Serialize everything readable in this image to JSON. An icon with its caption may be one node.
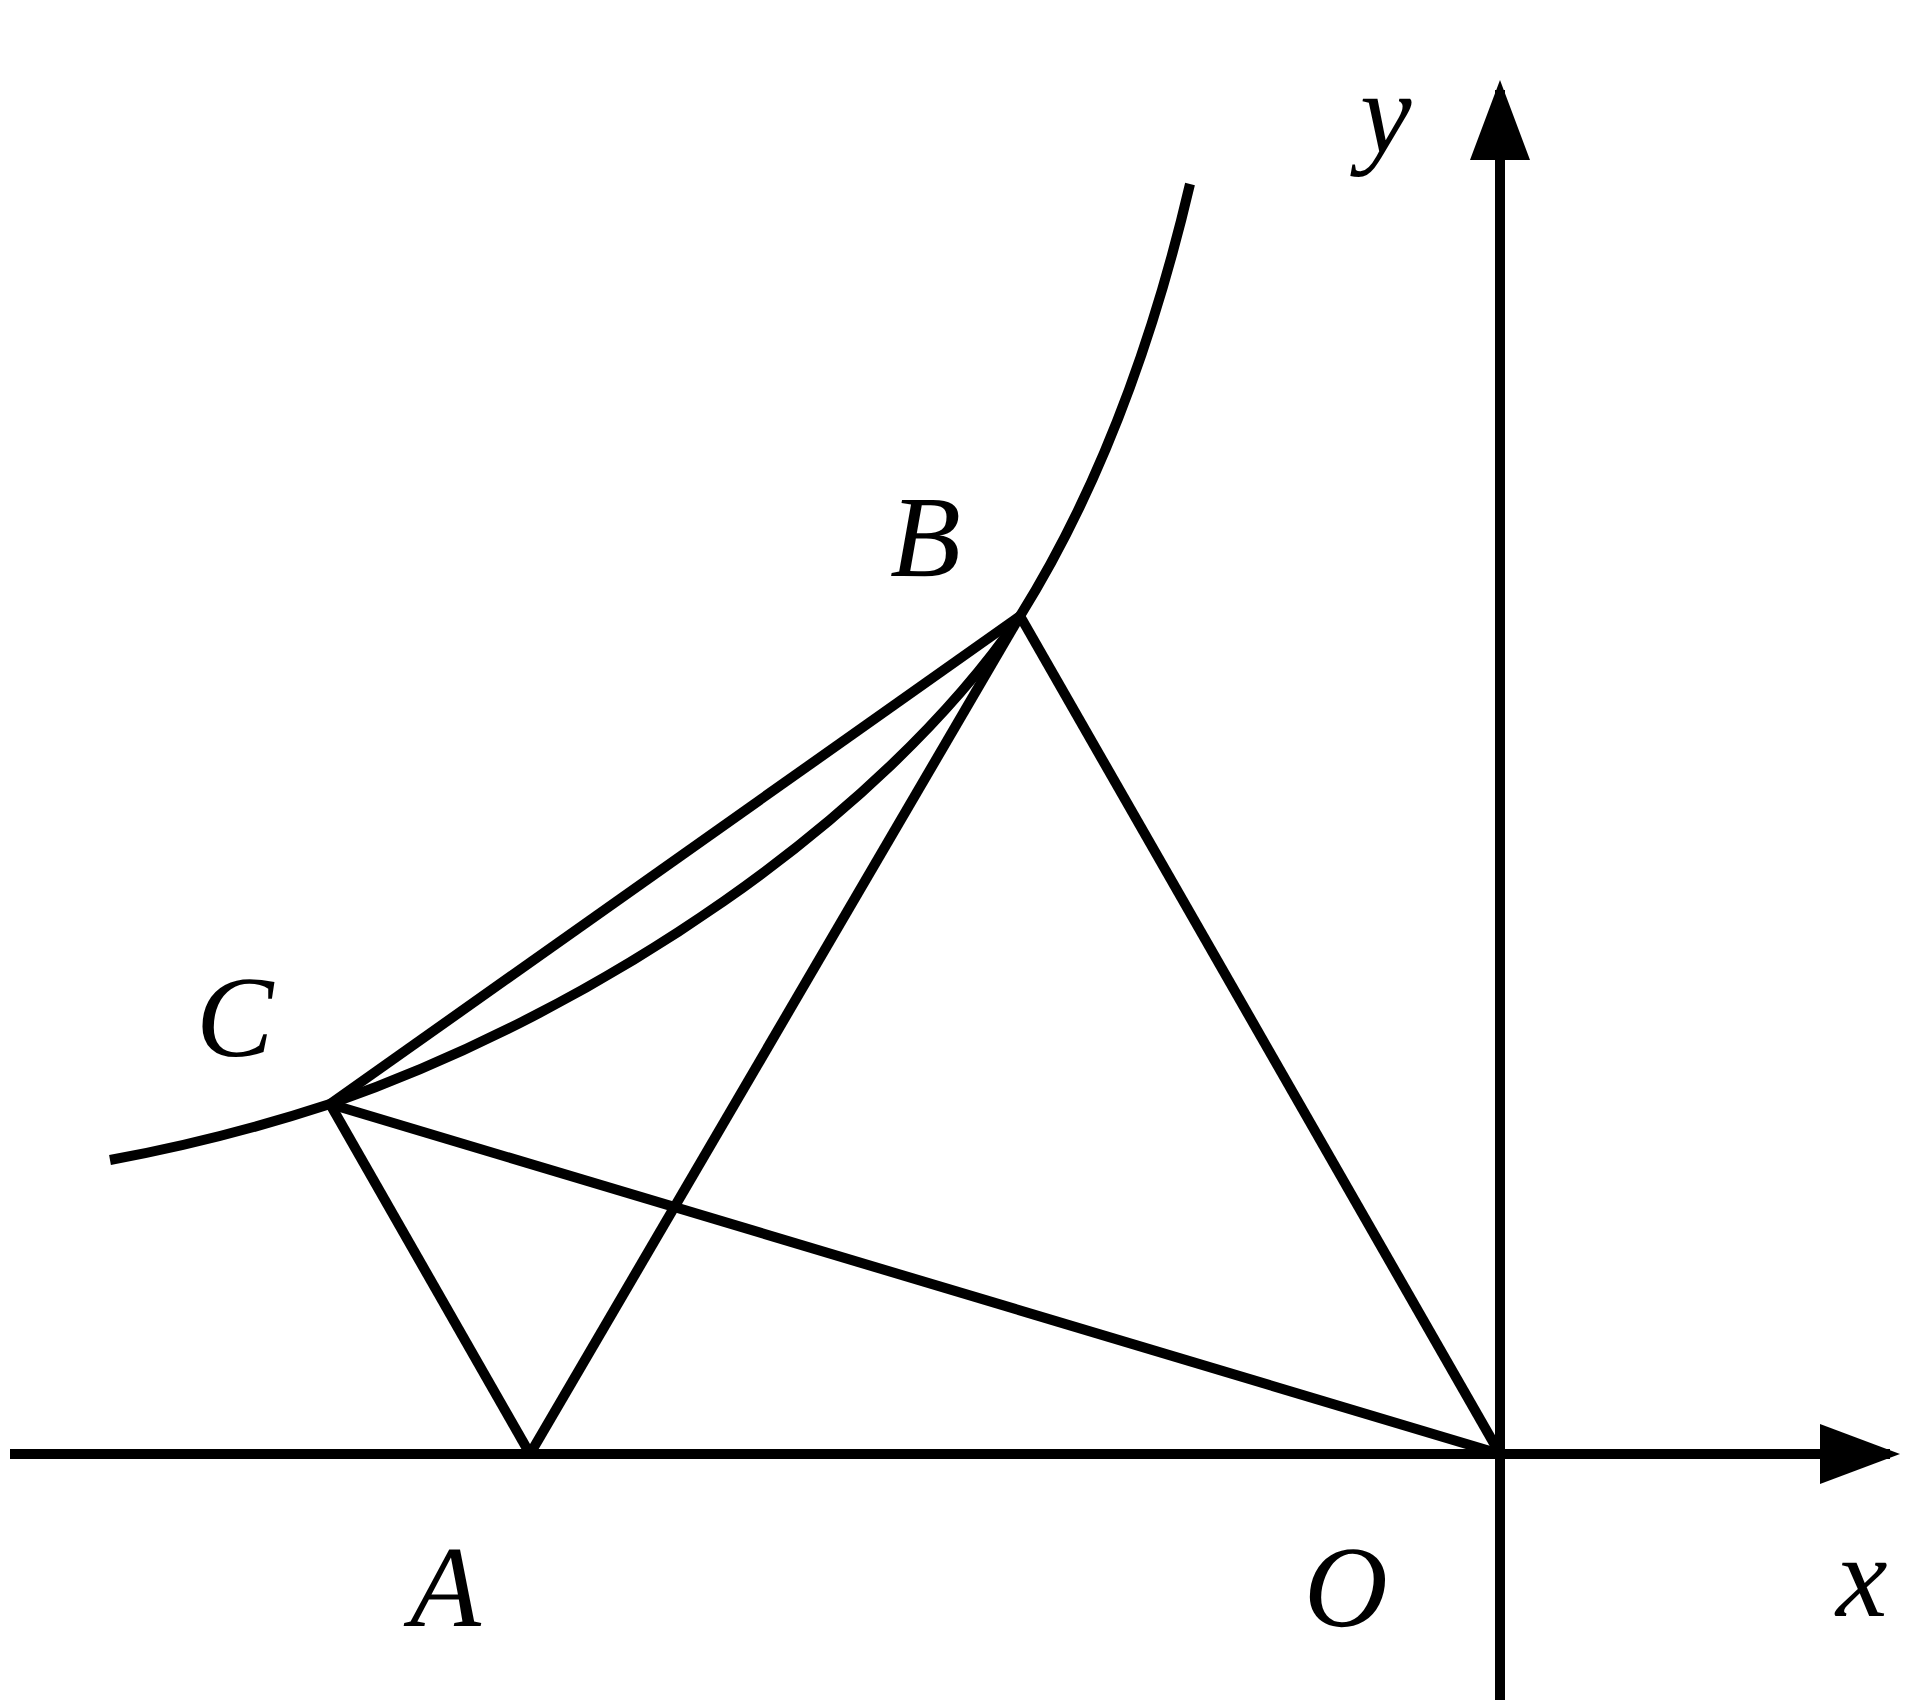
{
  "diagram": {
    "nodes": [
      {
        "text": [
          "A"
        ]
      },
      {
        "text": [
          "B"
        ]
      },
      {
        "text": [
          "C"
        ]
      },
      {
        "text": [
          "O"
        ]
      }
    ],
    "edges": [
      {
        "from": 2,
        "to": 0,
        "arrow": "none"
      },
      {
        "from": 0,
        "to": 1,
        "arrow": "none"
      },
      {
        "from": 1,
        "to": 3,
        "arrow": "none"
      },
      {
        "from": 3,
        "to": 2,
        "arrow": "none"
      },
      {
        "from": 2,
        "to": 1,
        "arrow": "none"
      }
    ],
    "labels": [
      "y",
      "x"
    ]
  }
}
